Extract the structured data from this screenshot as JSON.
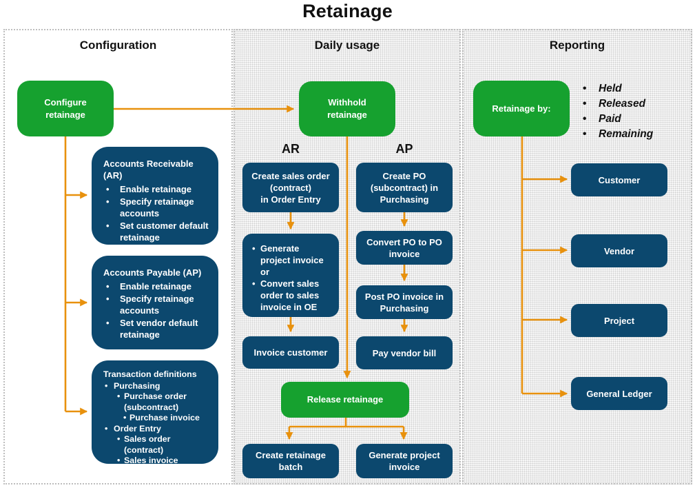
{
  "title": "Retainage",
  "palette": {
    "green": "#16A12F",
    "navy": "#0C486E",
    "orange": "#E8910D"
  },
  "configuration": {
    "header": "Configuration",
    "configure_box": "Configure\nretainage",
    "ar_box": {
      "title": "Accounts Receivable (AR)",
      "bullets": [
        "Enable retainage",
        "Specify retainage accounts",
        "Set customer default retainage"
      ]
    },
    "ap_box": {
      "title": "Accounts Payable (AP)",
      "bullets": [
        "Enable retainage",
        "Specify retainage accounts",
        "Set vendor default retainage"
      ]
    },
    "transactions_box": {
      "title": "Transaction definitions",
      "items": [
        {
          "level": 1,
          "text": "Purchasing"
        },
        {
          "level": 2,
          "text": "Purchase order (subcontract)"
        },
        {
          "level": 3,
          "text": "Purchase invoice"
        },
        {
          "level": 1,
          "text": "Order Entry"
        },
        {
          "level": 2,
          "text": "Sales order (contract)"
        },
        {
          "level": 2,
          "text": "Sales invoice (contract)"
        }
      ]
    }
  },
  "daily_usage": {
    "header": "Daily usage",
    "withhold_box": "Withhold\nretainage",
    "ar_label": "AR",
    "ap_label": "AP",
    "create_sales_order_box": "Create sales order\n(contract)\nin Order Entry",
    "invoice_options_box": {
      "lines": [
        {
          "bullet": true,
          "text": "Generate\nproject invoice"
        },
        {
          "bullet": false,
          "text": "or"
        },
        {
          "bullet": true,
          "text": "Convert sales\norder to sales\ninvoice in OE"
        }
      ]
    },
    "invoice_customer_box": "Invoice customer",
    "create_po_box": "Create PO\n(subcontract) in\nPurchasing",
    "convert_po_box": "Convert PO to PO\ninvoice",
    "post_po_box": "Post PO invoice in\nPurchasing",
    "pay_vendor_box": "Pay vendor bill",
    "release_box": "Release retainage",
    "create_batch_box": "Create retainage\nbatch",
    "generate_invoice_box": "Generate project\ninvoice"
  },
  "reporting": {
    "header": "Reporting",
    "retainage_by_box": "Retainage by:",
    "measures": [
      "Held",
      "Released",
      "Paid",
      "Remaining"
    ],
    "targets": [
      "Customer",
      "Vendor",
      "Project",
      "General Ledger"
    ]
  }
}
